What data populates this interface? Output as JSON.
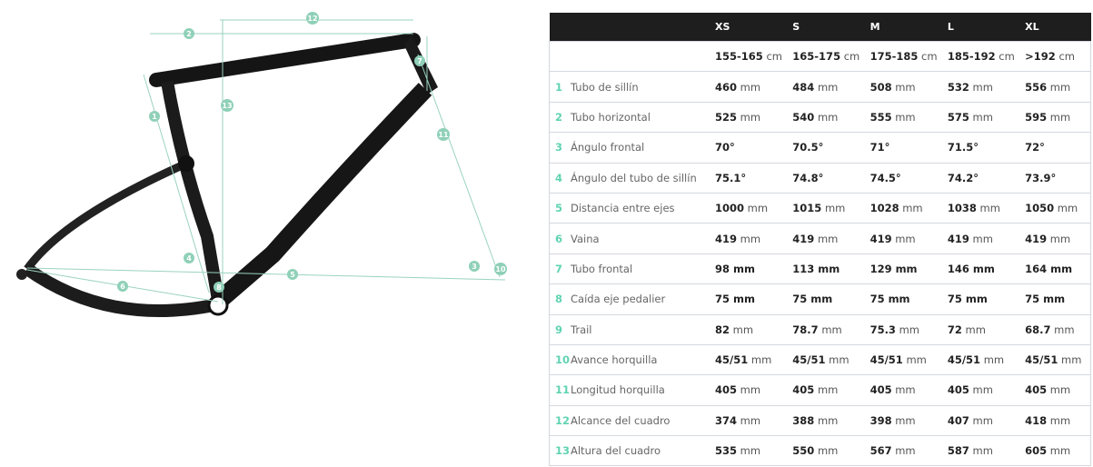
{
  "table": {
    "sizes": [
      "XS",
      "S",
      "M",
      "L",
      "XL"
    ],
    "heights": [
      [
        "155-165",
        "cm"
      ],
      [
        "165-175",
        "cm"
      ],
      [
        "175-185",
        "cm"
      ],
      [
        "185-192",
        "cm"
      ],
      [
        ">192",
        "cm"
      ]
    ],
    "rows": [
      {
        "n": "1",
        "label": "Tubo de sillín",
        "values": [
          [
            "460",
            "mm"
          ],
          [
            "484",
            "mm"
          ],
          [
            "508",
            "mm"
          ],
          [
            "532",
            "mm"
          ],
          [
            "556",
            "mm"
          ]
        ]
      },
      {
        "n": "2",
        "label": "Tubo horizontal",
        "values": [
          [
            "525",
            "mm"
          ],
          [
            "540",
            "mm"
          ],
          [
            "555",
            "mm"
          ],
          [
            "575",
            "mm"
          ],
          [
            "595",
            "mm"
          ]
        ]
      },
      {
        "n": "3",
        "label": "Ángulo frontal",
        "values": [
          [
            "70°",
            ""
          ],
          [
            "70.5°",
            ""
          ],
          [
            "71°",
            ""
          ],
          [
            "71.5°",
            ""
          ],
          [
            "72°",
            ""
          ]
        ]
      },
      {
        "n": "4",
        "label": "Ángulo del tubo de sillín",
        "values": [
          [
            "75.1°",
            ""
          ],
          [
            "74.8°",
            ""
          ],
          [
            "74.5°",
            ""
          ],
          [
            "74.2°",
            ""
          ],
          [
            "73.9°",
            ""
          ]
        ]
      },
      {
        "n": "5",
        "label": "Distancia entre ejes",
        "values": [
          [
            "1000",
            "mm"
          ],
          [
            "1015",
            "mm"
          ],
          [
            "1028",
            "mm"
          ],
          [
            "1038",
            "mm"
          ],
          [
            "1050",
            "mm"
          ]
        ]
      },
      {
        "n": "6",
        "label": "Vaina",
        "values": [
          [
            "419",
            "mm"
          ],
          [
            "419",
            "mm"
          ],
          [
            "419",
            "mm"
          ],
          [
            "419",
            "mm"
          ],
          [
            "419",
            "mm"
          ]
        ]
      },
      {
        "n": "7",
        "label": "Tubo frontal",
        "values": [
          [
            "98 mm",
            ""
          ],
          [
            "113 mm",
            ""
          ],
          [
            "129 mm",
            ""
          ],
          [
            "146 mm",
            ""
          ],
          [
            "164 mm",
            ""
          ]
        ]
      },
      {
        "n": "8",
        "label": "Caída eje pedalier",
        "values": [
          [
            "75 mm",
            ""
          ],
          [
            "75 mm",
            ""
          ],
          [
            "75 mm",
            ""
          ],
          [
            "75 mm",
            ""
          ],
          [
            "75 mm",
            ""
          ]
        ]
      },
      {
        "n": "9",
        "label": "Trail",
        "values": [
          [
            "82",
            "mm"
          ],
          [
            "78.7",
            "mm"
          ],
          [
            "75.3",
            "mm"
          ],
          [
            "72",
            "mm"
          ],
          [
            "68.7",
            "mm"
          ]
        ]
      },
      {
        "n": "10",
        "label": "Avance horquilla",
        "values": [
          [
            "45/51",
            "mm"
          ],
          [
            "45/51",
            "mm"
          ],
          [
            "45/51",
            "mm"
          ],
          [
            "45/51",
            "mm"
          ],
          [
            "45/51",
            "mm"
          ]
        ]
      },
      {
        "n": "11",
        "label": "Longitud horquilla",
        "values": [
          [
            "405",
            "mm"
          ],
          [
            "405",
            "mm"
          ],
          [
            "405",
            "mm"
          ],
          [
            "405",
            "mm"
          ],
          [
            "405",
            "mm"
          ]
        ]
      },
      {
        "n": "12",
        "label": "Alcance del cuadro",
        "values": [
          [
            "374",
            "mm"
          ],
          [
            "388",
            "mm"
          ],
          [
            "398",
            "mm"
          ],
          [
            "407",
            "mm"
          ],
          [
            "418",
            "mm"
          ]
        ]
      },
      {
        "n": "13",
        "label": "Altura del cuadro",
        "values": [
          [
            "535",
            "mm"
          ],
          [
            "550",
            "mm"
          ],
          [
            "567",
            "mm"
          ],
          [
            "587",
            "mm"
          ],
          [
            "605",
            "mm"
          ]
        ]
      }
    ]
  },
  "diagram": {
    "markers": [
      "1",
      "2",
      "3",
      "4",
      "5",
      "6",
      "7",
      "8",
      "10",
      "11",
      "12",
      "13"
    ],
    "accent": "#8fd0b8"
  }
}
